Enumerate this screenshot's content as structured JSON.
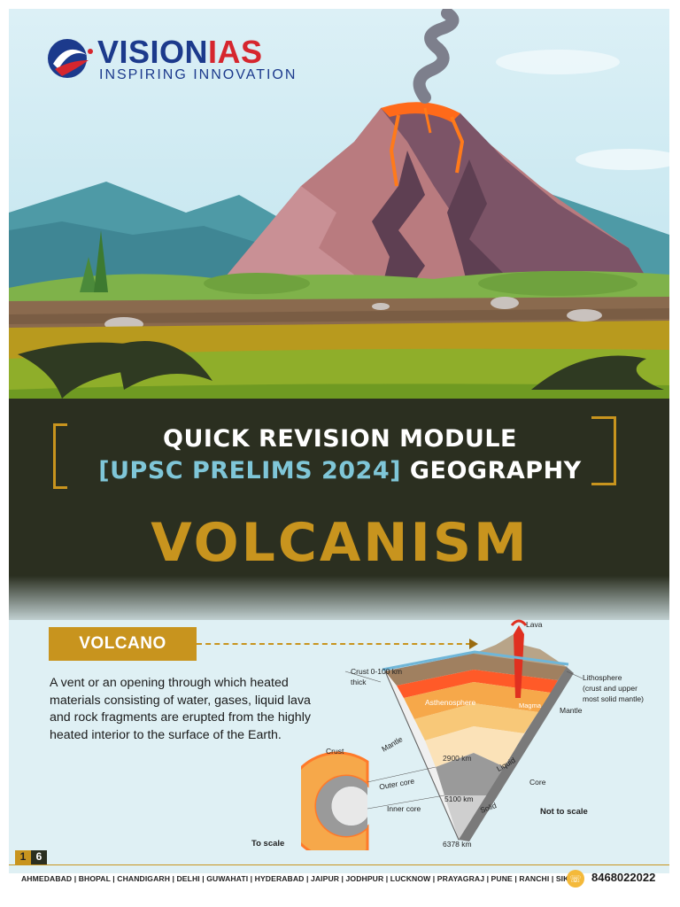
{
  "logo": {
    "brand_main": "VISION",
    "brand_accent": "IAS",
    "tagline": "INSPIRING INNOVATION"
  },
  "header": {
    "line1": "QUICK REVISION MODULE",
    "line2_highlight": "[UPSC PRELIMS 2024]",
    "line2_rest": "GEOGRAPHY",
    "main_title": "VOLCANISM"
  },
  "section": {
    "tag": "VOLCANO",
    "description": "A vent or an opening through which heated materials consisting of water, gases, liquid lava and rock fragments are erupted from the highly heated interior to the surface of the Earth."
  },
  "diagram": {
    "lava": "Lava",
    "crust_thick": "Crust 0-100 km",
    "crust_thick2": "thick",
    "lithosphere": "Lithosphere",
    "lithosphere_note1": "(crust and upper",
    "lithosphere_note2": "most solid mantle)",
    "asthenosphere": "Asthenosphere",
    "magma": "Magma",
    "mantle_right": "Mantle",
    "mantle_left": "Mantle",
    "crust": "Crust",
    "depth_2900": "2900 km",
    "liquid": "Liquid",
    "outer_core": "Outer core",
    "core": "Core",
    "depth_5100": "5100 km",
    "solid": "Solid",
    "inner_core": "Inner core",
    "not_to_scale": "Not to scale",
    "to_scale": "To scale",
    "depth_6378": "6378 km"
  },
  "footer": {
    "page_current": "1",
    "page_total": "6",
    "cities": "AHMEDABAD | BHOPAL | CHANDIGARH | DELHI | GUWAHATI | HYDERABAD | JAIPUR | JODHPUR | LUCKNOW | PRAYAGRAJ | PUNE | RANCHI | SIKAR",
    "phone": "8468022022"
  },
  "colors": {
    "accent_gold": "#c8941e",
    "band_dark": "#2b2f20",
    "brand_blue": "#1c3a8c",
    "brand_red": "#d6262e",
    "highlight_blue": "#7fc6d8"
  },
  "icons": [
    "logo-swoosh-icon",
    "phone-icon",
    "arrow-head-icon"
  ]
}
